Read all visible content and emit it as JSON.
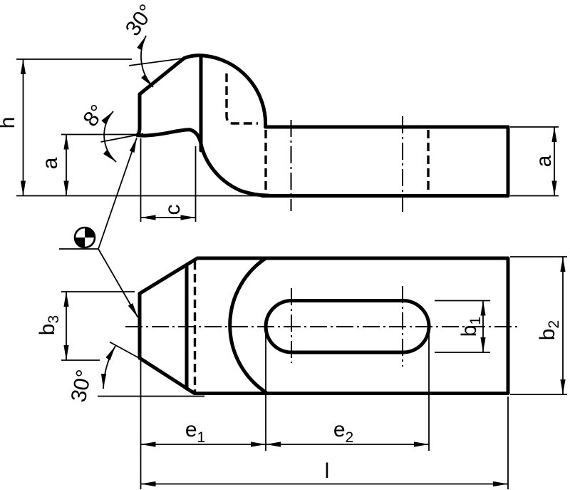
{
  "drawing": {
    "type": "engineering-drawing",
    "subject": "gooseneck-clamp-two-views",
    "colors": {
      "background": "#ffffff",
      "ink": "#000000"
    },
    "symbols": {
      "datum_target": "quadrant-circle"
    }
  },
  "labels": {
    "h": "h",
    "a_nose": "a",
    "a_bar": "a",
    "c": "c",
    "angle_top": "30°",
    "angle_clamp": "8°",
    "angle_plan": "30°",
    "b1": {
      "base": "b",
      "sub": "1"
    },
    "b2": {
      "base": "b",
      "sub": "2"
    },
    "b3": {
      "base": "b",
      "sub": "3"
    },
    "e1": {
      "base": "e",
      "sub": "1"
    },
    "e2": {
      "base": "e",
      "sub": "2"
    },
    "l": "l"
  }
}
